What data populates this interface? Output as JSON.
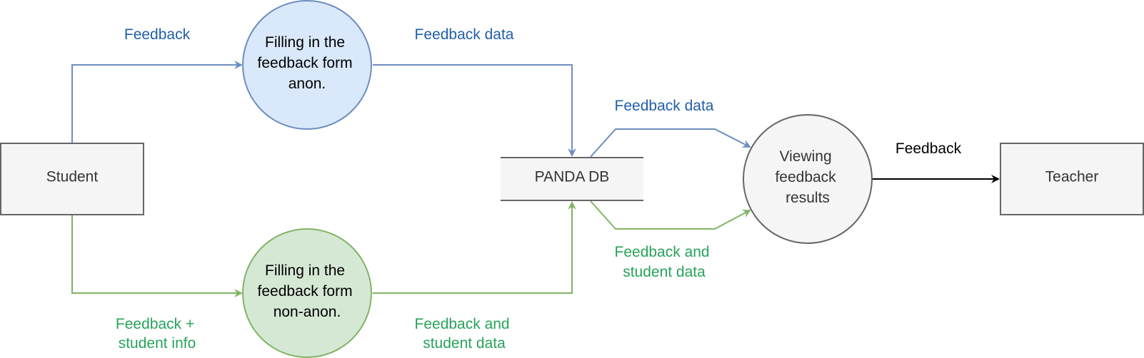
{
  "nodes": {
    "student": "Student",
    "teacher": "Teacher",
    "db": "PANDA DB",
    "anon_form": [
      "Filling in the",
      "feedback form",
      "anon."
    ],
    "nonanon_form": [
      "Filling in the",
      "feedback form",
      "non-anon."
    ],
    "viewing": [
      "Viewing",
      "feedback",
      "results"
    ]
  },
  "edges": {
    "student_to_anon": "Feedback",
    "anon_to_db": "Feedback data",
    "student_to_nonanon": [
      "Feedback +",
      "student info"
    ],
    "nonanon_to_db": [
      "Feedback and",
      "student data"
    ],
    "db_to_view_anon": "Feedback data",
    "db_to_view_nonanon": [
      "Feedback and",
      "student data"
    ],
    "view_to_teacher": "Feedback"
  },
  "colors": {
    "blue_stroke": "#6c8ebf",
    "blue_fill": "#dae8fc",
    "green_stroke": "#82b366",
    "green_fill": "#d5e8d4",
    "blue_text": "#1f5fa8",
    "green_text": "#27a35a",
    "gray_fill": "#f5f5f5",
    "gray_stroke": "#666666"
  }
}
